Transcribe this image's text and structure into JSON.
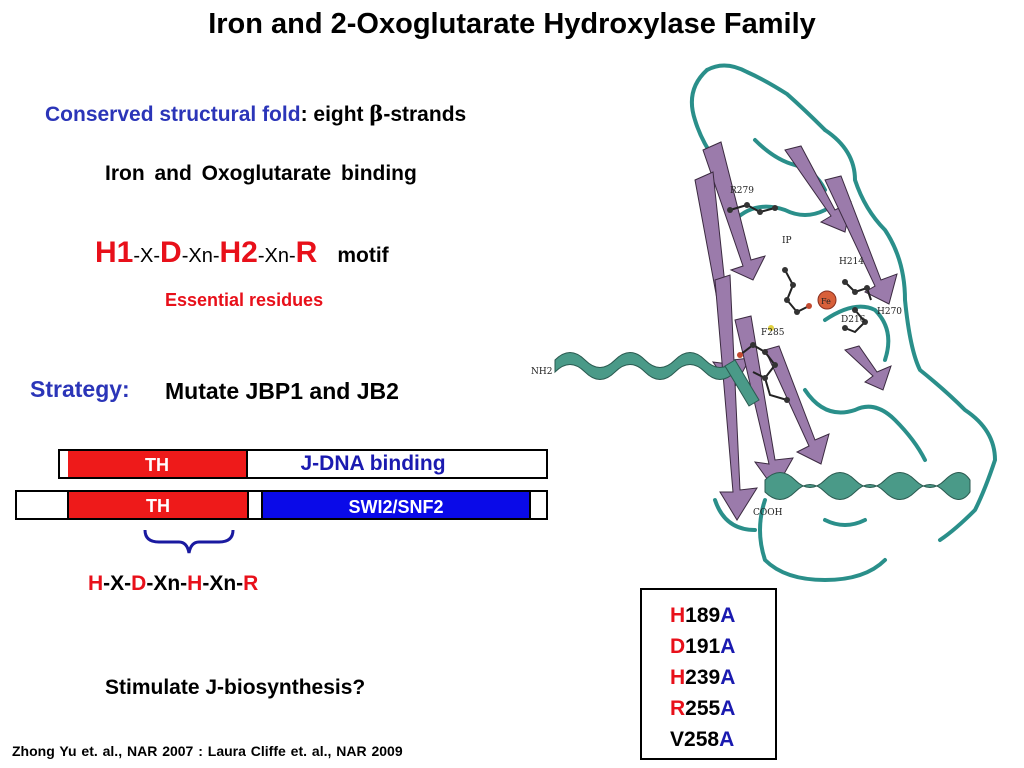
{
  "slide": {
    "title": "Iron and 2-Oxoglutarate Hydroxylase Family"
  },
  "fold": {
    "highlight": "Conserved structural fold",
    "rest_prefix": ": eight ",
    "beta": "β",
    "rest_suffix": "-strands"
  },
  "binding": {
    "text": "Iron and Oxoglutarate binding"
  },
  "motif": {
    "h1": "H1",
    "sep1": "-X-",
    "d": "D",
    "sep2": "-Xn-",
    "h2": "H2",
    "sep3": "-Xn-",
    "r": "R",
    "word": "motif"
  },
  "essential": "Essential residues",
  "strategy": {
    "label": "Strategy:",
    "text": "Mutate JBP1 and JB2"
  },
  "domains": {
    "jbp1": {
      "th": "TH",
      "binding": "J-DNA binding"
    },
    "jb2": {
      "th": "TH",
      "swi": "SWI2/SNF2"
    }
  },
  "hxd": {
    "h1": "H",
    "s1": "-X-",
    "d": "D",
    "s2": "-Xn-",
    "h2": "H",
    "s3": "-Xn-",
    "r": "R"
  },
  "stimulate": "Stimulate J-biosynthesis?",
  "citation": "Zhong Yu et. al., NAR 2007 :   Laura Cliffe et. al., NAR 2009",
  "mutations": [
    {
      "res": "H",
      "num": "189",
      "to": "A"
    },
    {
      "res": "D",
      "num": "191",
      "to": "A"
    },
    {
      "res": "H",
      "num": "239",
      "to": "A"
    },
    {
      "res": "R",
      "num": "255",
      "to": "A"
    },
    {
      "res": "V",
      "num": "258",
      "to": "A"
    }
  ],
  "structure_labels": {
    "r279": "R279",
    "ip": "IP",
    "h214": "H214",
    "fe": "Fe",
    "d216": "D216",
    "h270": "H270",
    "f285": "F285",
    "nh2": "NH2",
    "cooh": "COOH"
  },
  "colors": {
    "title_blue": "#2b35b8",
    "red": "#e8101a",
    "th_red": "#ee1a1a",
    "swi_blue": "#0a0ae8",
    "strand_purple": "#9b7bab",
    "helix_teal": "#4a9a88",
    "coil_teal": "#2a8f8a",
    "fe_orange": "#d8603a"
  }
}
